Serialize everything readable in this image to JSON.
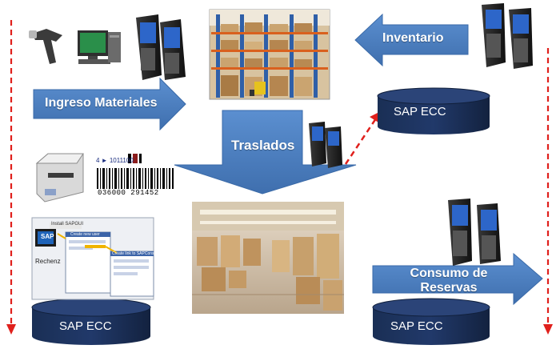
{
  "labels": {
    "ingreso": "Ingreso Materiales",
    "inventario": "Inventario",
    "traslados": "Traslados",
    "consumo_line1": "Consumo de",
    "consumo_line2": "Reservas"
  },
  "databases": {
    "top_right": "SAP ECC",
    "bottom_left": "SAP ECC",
    "bottom_right": "SAP ECC"
  },
  "screenshot_panel": {
    "title1": "Install SAPGUI",
    "title2": "Create new user",
    "title3": "Create link to SAPConsole",
    "logo": "SAP",
    "caption": "Rechenz"
  },
  "barcode": {
    "top_text": "4 ► 1011100",
    "bottom_text": "036000 291452"
  },
  "colors": {
    "arrow_blue": "#4f81bd",
    "arrow_blue_dark": "#3a6aa8",
    "db_dark": "#17294d",
    "dashed_red": "#e0201c"
  }
}
